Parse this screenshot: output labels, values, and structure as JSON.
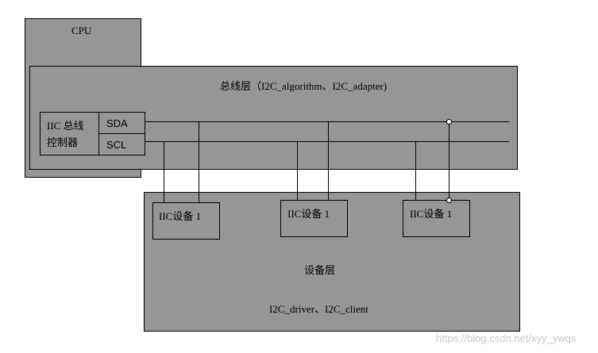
{
  "cpu": {
    "label": "CPU"
  },
  "bus_layer": {
    "label": "总线层（I2C_algorithm、I2C_adapter)"
  },
  "controller": {
    "label_line1": "IIC 总线",
    "label_line2": "控制器"
  },
  "pins": {
    "sda": "SDA",
    "scl": "SCL"
  },
  "devices": [
    {
      "label": "IIC设备 1"
    },
    {
      "label": "IIC设备 1"
    },
    {
      "label": "IIC设备 1"
    }
  ],
  "device_layer": {
    "title": "设备层",
    "subtitle": "I2C_driver、I2C_client"
  },
  "watermark": "https://blog.csdn.net/xyy_ywqs",
  "colors": {
    "box_fill": "#969696",
    "line": "#000000"
  }
}
